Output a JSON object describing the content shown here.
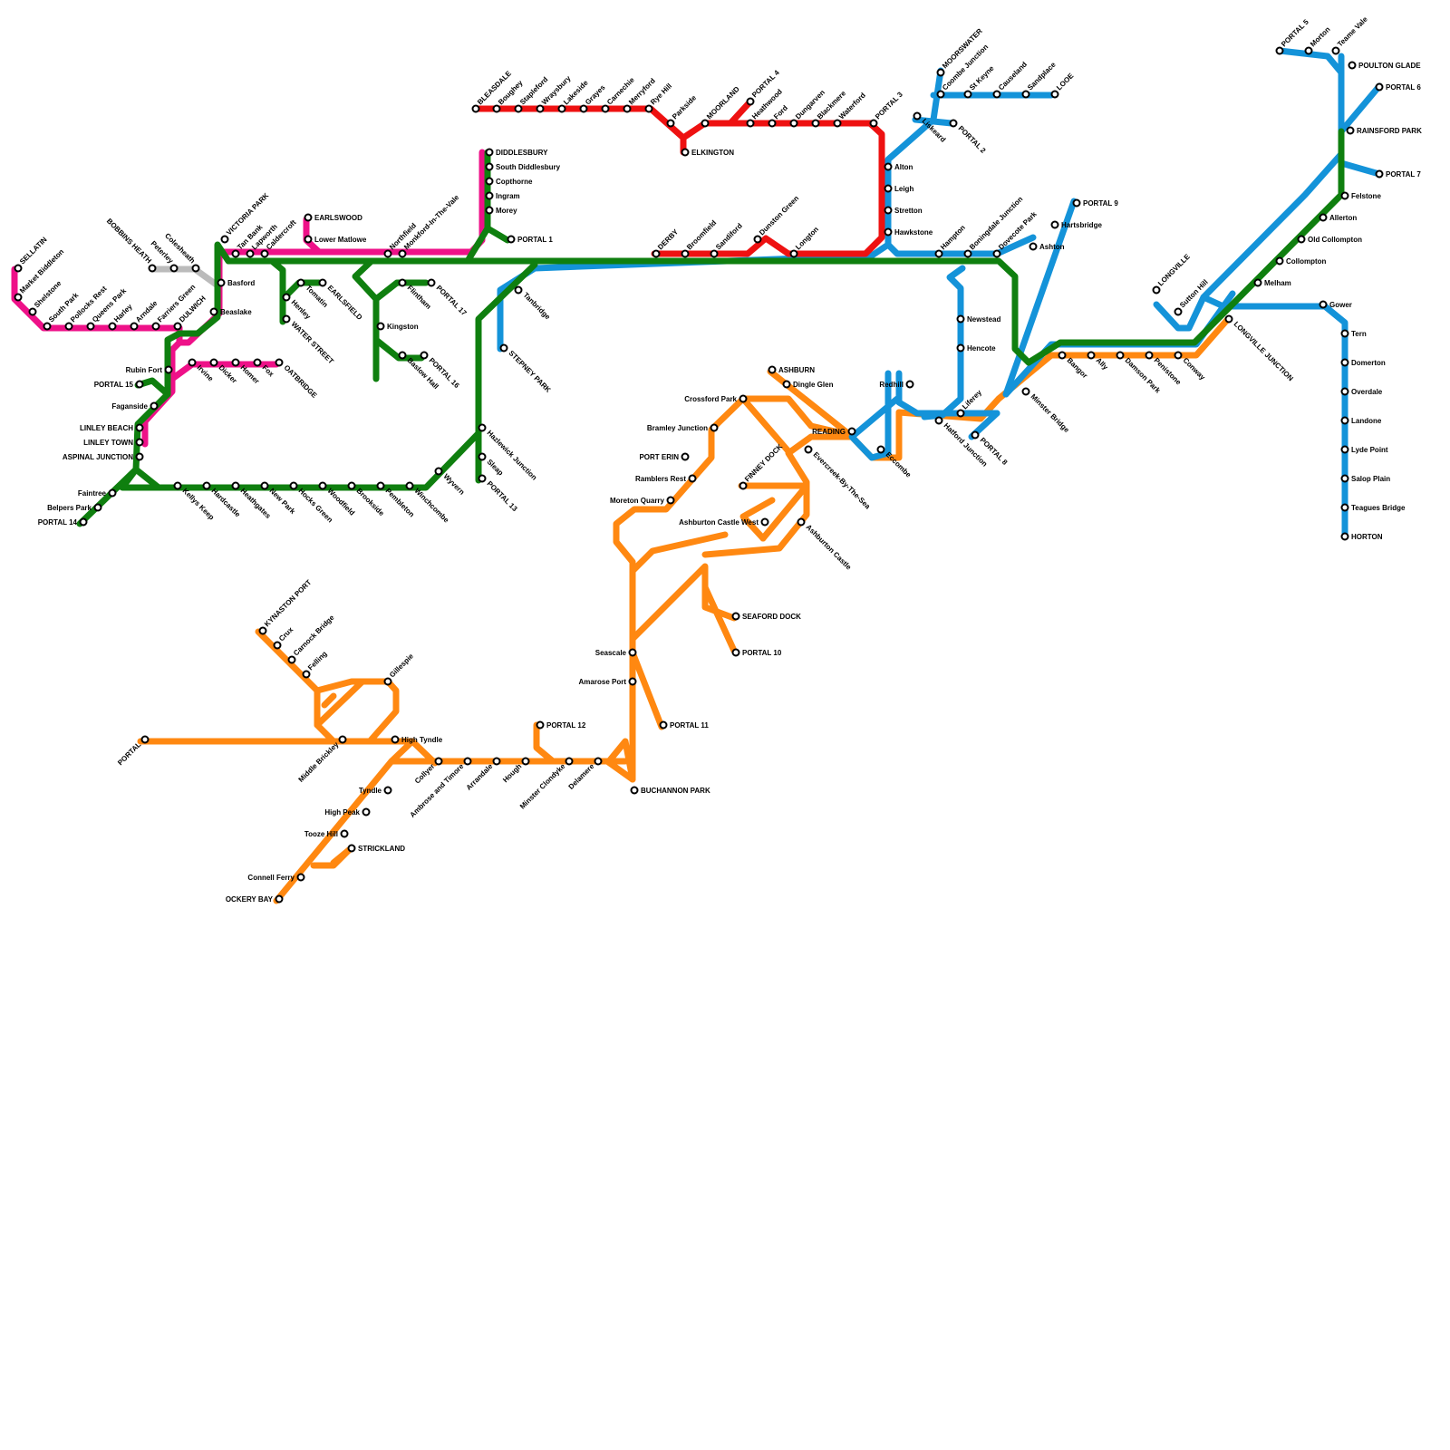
{
  "colors": {
    "red": "#ee1111",
    "blue": "#1493d9",
    "green": "#0f7f0f",
    "pink": "#ee1188",
    "orange": "#ff8811",
    "grey": "#bbbbbb"
  },
  "lines": [
    {
      "id": "red-line",
      "color": "red"
    },
    {
      "id": "blue-line",
      "color": "blue"
    },
    {
      "id": "green-line",
      "color": "green"
    },
    {
      "id": "pink-line",
      "color": "pink"
    },
    {
      "id": "orange-line",
      "color": "orange"
    },
    {
      "id": "grey-line",
      "color": "grey"
    }
  ],
  "stations": [
    "BLEASDALE",
    "Boughey",
    "Stapleford",
    "Wraysbury",
    "Lakeside",
    "Grayes",
    "Carnechie",
    "Merryford",
    "Rye Hill",
    "Parkside",
    "ELKINGTON",
    "MOORLAND",
    "PORTAL 4",
    "Heathwood",
    "Ford",
    "Dungarven",
    "Blackmere",
    "Waterford",
    "PORTAL 3",
    "Alton",
    "Leigh",
    "Stretton",
    "Hawkstone",
    "MOORSWATER",
    "Coombe Junction",
    "St Keyne",
    "Causeland",
    "Sandplace",
    "LOOE",
    "Liskeard",
    "PORTAL 2",
    "PORTAL 5",
    "Morton",
    "Teame Vale",
    "POULTON GLADE",
    "PORTAL 6",
    "RAINSFORD PARK",
    "PORTAL 7",
    "Felstone",
    "Allerton",
    "Old Collompton",
    "Collompton",
    "Melham",
    "Gower",
    "Tern",
    "Domerton",
    "Overdale",
    "Landone",
    "Lyde Point",
    "Salop Plain",
    "Teagues Bridge",
    "HORTON",
    "LONGVILLE",
    "Sutton Hill",
    "LONGVILLE JUNCTION",
    "Bangor",
    "Ally",
    "Damson Park",
    "Penistone",
    "Conway",
    "Minster Bridge",
    "PORTAL 9",
    "Hartsbridge",
    "Ashton",
    "Dovecote Park",
    "Boningdale Junction",
    "Hampton",
    "Newstead",
    "Hencote",
    "Liferey",
    "Hatford Junction",
    "PORTAL 8",
    "Redhill",
    "PORTAL 1",
    "READING",
    "Eccombe",
    "Evercreek-By-The-Sea",
    "ASHBURN",
    "Dingle Glen",
    "Crossford Park",
    "Bramley Junction",
    "PORT ERIN",
    "Ramblers Rest",
    "Moreton Quarry",
    "FINNEY DOCK",
    "Ashburton Castle West",
    "Ashburton Castle",
    "SEAFORD DOCK",
    "PORTAL 10",
    "Seascale",
    "Amarose Port",
    "PORTAL 11",
    "BUCHANNON PARK",
    "PORTAL 12",
    "Delamere",
    "Minster Clondyke",
    "Hough",
    "Arrandale",
    "Ambrose and Timore",
    "Collyer",
    "High Tyndle",
    "Gillespie",
    "KYNASTON PORT",
    "Crux",
    "Carnock Bridge",
    "Felling",
    "Middle Brickley",
    "Tyndle",
    "High Peak",
    "Tooze Hill",
    "STRICKLAND",
    "Connell Ferry",
    "OCKERY BAY",
    "PORTAL",
    "DERBY",
    "Broomfield",
    "Sandiford",
    "Dunston Green",
    "Longton",
    "Tanbridge",
    "STEPNEY PARK",
    "DIDDLESBURY",
    "South Diddlesbury",
    "Copthorne",
    "Ingram",
    "Morey",
    "Northfield",
    "Monkford-In-The-Vale",
    "EARLSWOOD",
    "Lower Matlowe",
    "Caldercroft",
    "Lapworth",
    "Tan Bank",
    "VICTORIA PARK",
    "Tomatin",
    "EARLSFIELD",
    "Henley",
    "WATER STREET",
    "Flintham",
    "PORTAL 17",
    "Kingston",
    "Baslow Hall",
    "PORTAL 16",
    "Hazlewick Junction",
    "Sleap",
    "PORTAL 13",
    "Wyvern",
    "Winchcombe",
    "Pembleton",
    "Brookside",
    "Woodfield",
    "Hocks Green",
    "New Park",
    "Heathgates",
    "Hardcastle",
    "Kellys Keep",
    "Faintree",
    "Belpers Park",
    "PORTAL 14",
    "ASPINAL JUNCTION",
    "LINLEY TOWN",
    "LINLEY BEACH",
    "Faganside",
    "PORTAL 15",
    "Rubin Fort",
    "Irvine",
    "Dicker",
    "Homer",
    "Fox",
    "OATBRIDGE",
    "DULWICH",
    "Farriers Green",
    "Arndale",
    "Harley",
    "Queens Park",
    "Pollocks Rest",
    "South Park",
    "Shelstone",
    "Market Biddleton",
    "SELLATIN",
    "BOBBINS HEATH",
    "Peterley",
    "Colesheath",
    "Basford",
    "Beaslake"
  ]
}
